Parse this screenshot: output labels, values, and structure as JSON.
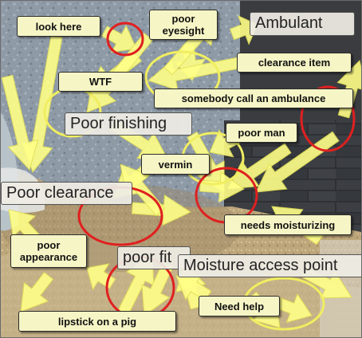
{
  "photo_labels": {
    "ambulance": "Ambulant",
    "finishing": "Poor finishing",
    "clearance": "Poor clearance",
    "poor_fit": "poor fit",
    "moisture": "Moisture access point"
  },
  "callouts": {
    "look_here": "look here",
    "poor_eyesight": "poor eyesight",
    "clearance_item": "clearance item",
    "wtf": "WTF",
    "ambulance_call": "somebody call an ambulance",
    "poor_man": "poor man",
    "vermin": "vermin",
    "moisturizing": "needs moisturizing",
    "poor_appearance": "poor appearance",
    "need_help": "Need help",
    "lipstick": "lipstick on a pig"
  },
  "colors": {
    "arrow_fill": "#ffff88",
    "arrow_stroke": "#e2df55",
    "red_ring": "#e02020",
    "yellow_ring": "#f0ee60",
    "callout_bg": "#f6f5c6"
  }
}
